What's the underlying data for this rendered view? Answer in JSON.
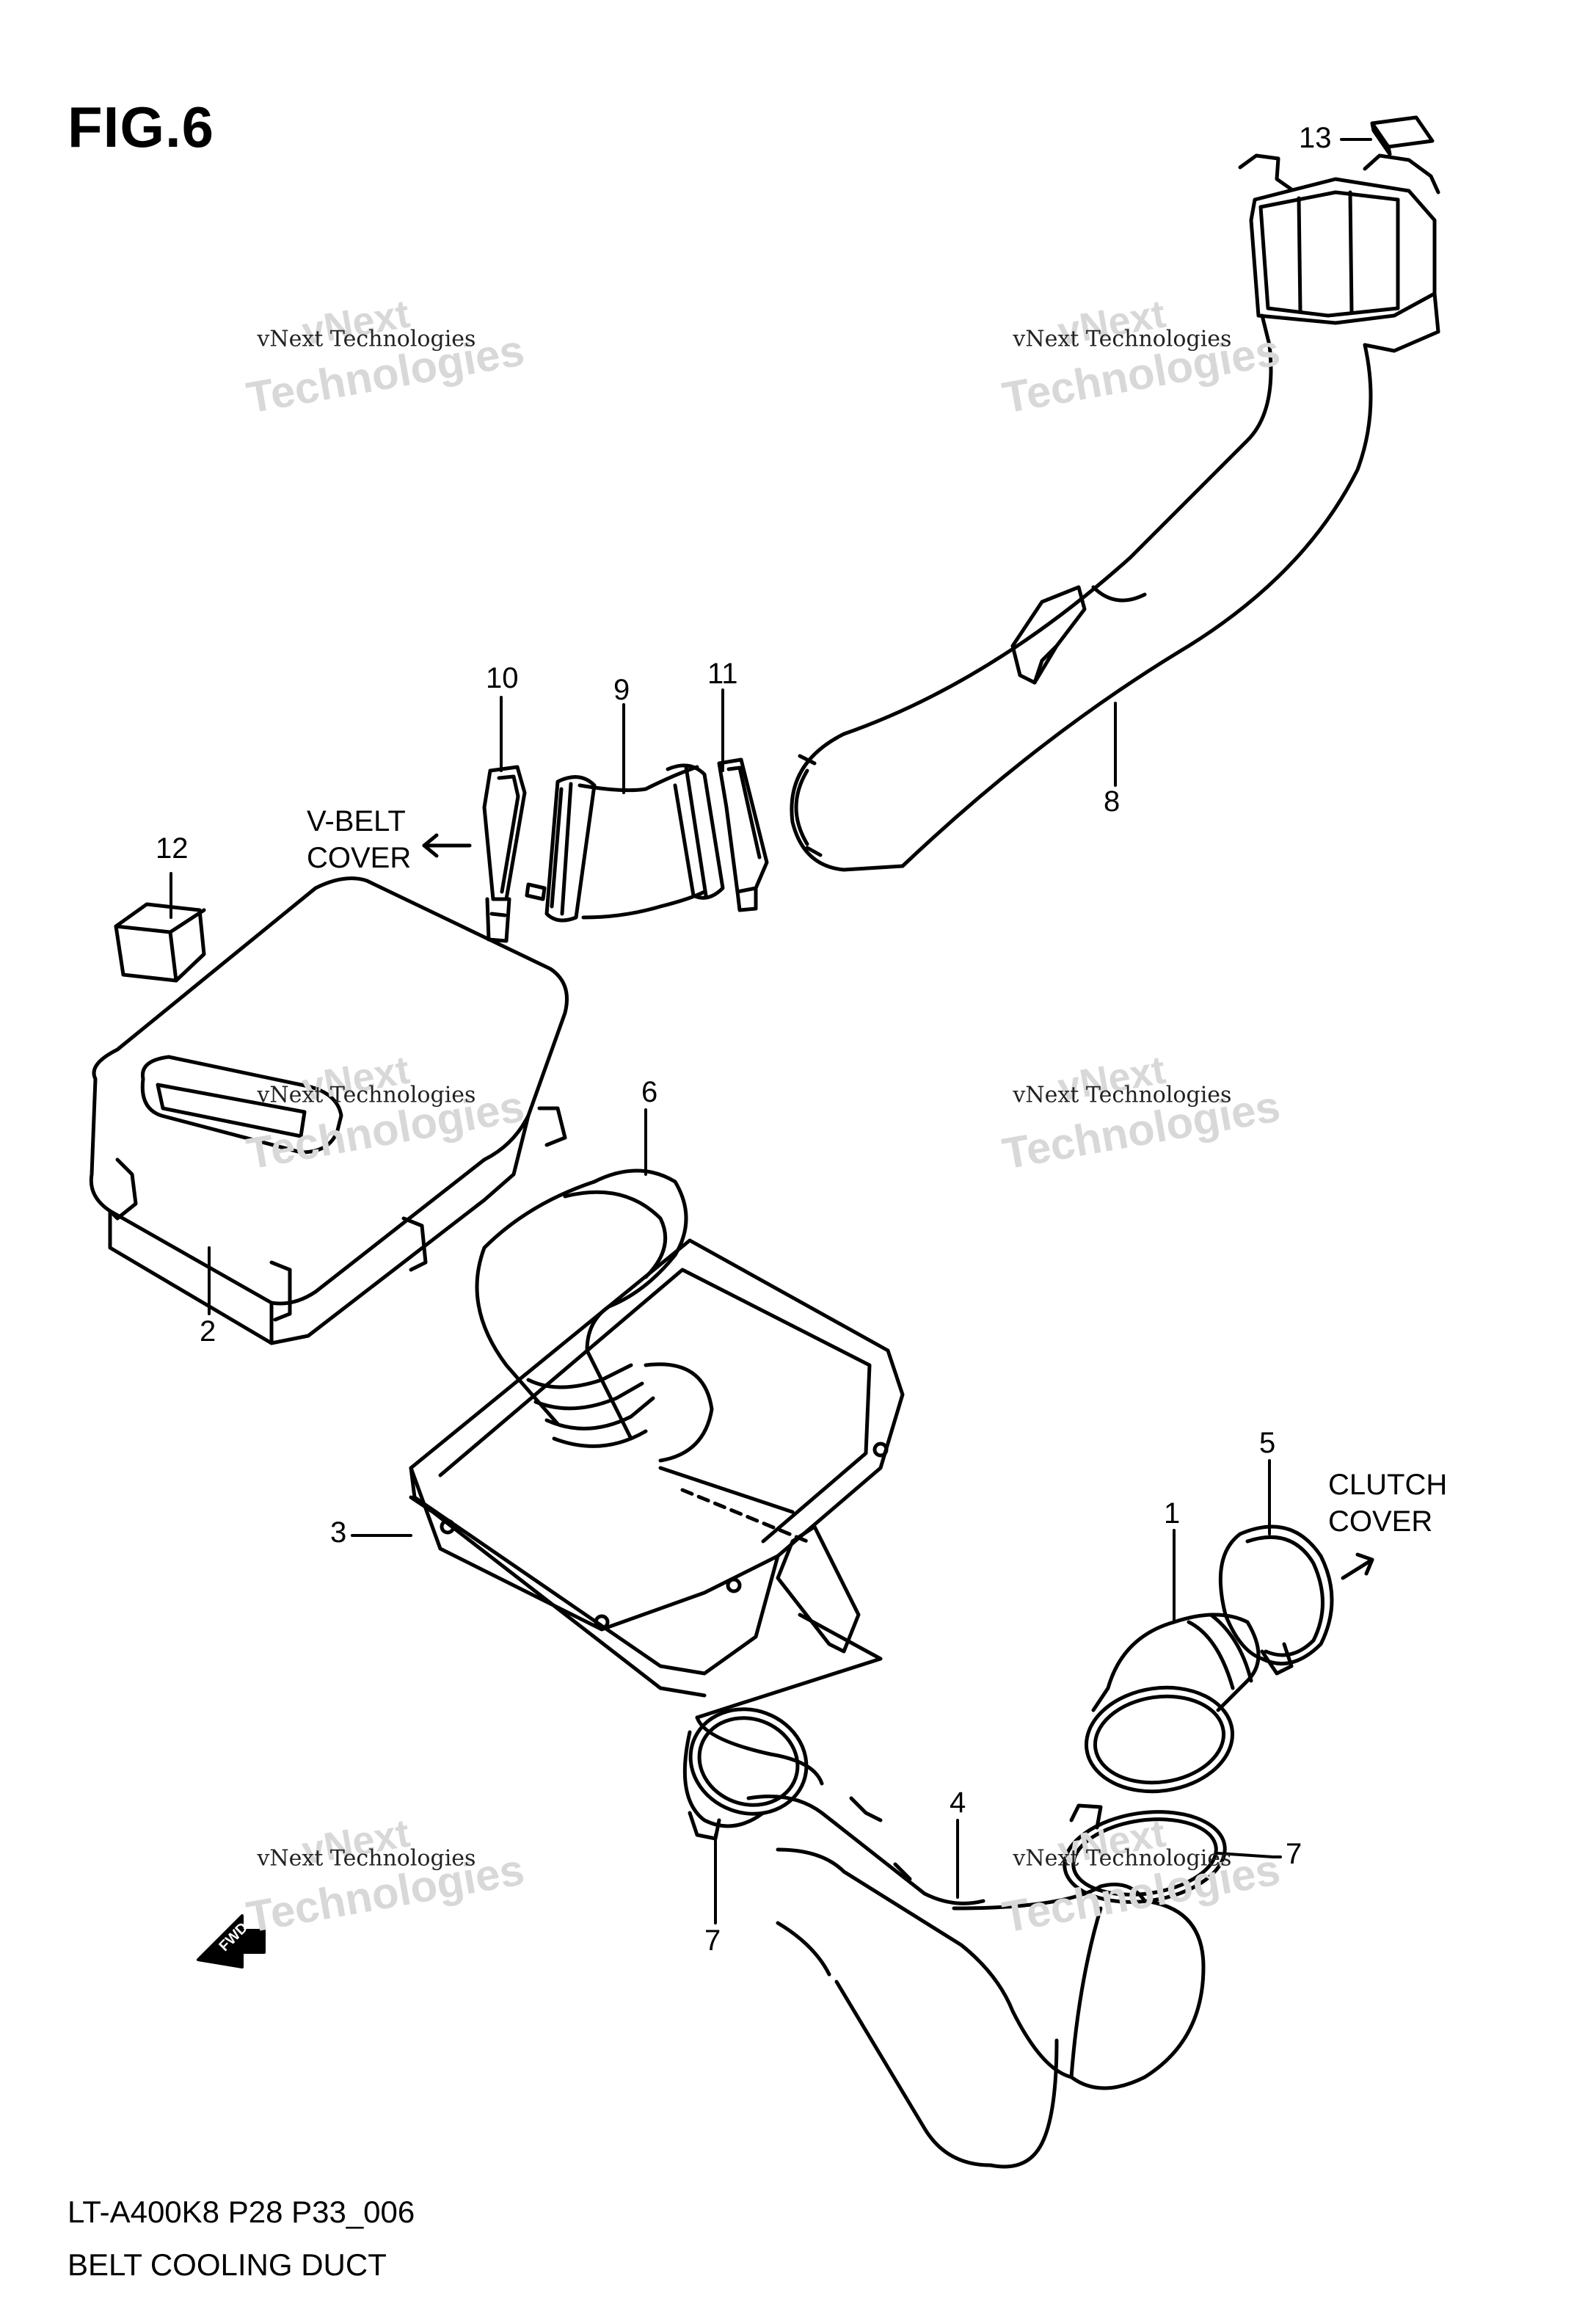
{
  "figure": {
    "title": "FIG.6",
    "model_code": "LT-A400K8 P28 P33_006",
    "caption": "BELT COOLING DUCT"
  },
  "callouts": {
    "p1": "1",
    "p2": "2",
    "p3": "3",
    "p4": "4",
    "p5": "5",
    "p6": "6",
    "p7a": "7",
    "p7b": "7",
    "p8": "8",
    "p9": "9",
    "p10": "10",
    "p11": "11",
    "p12": "12",
    "p13": "13"
  },
  "notes": {
    "vbelt_line1": "V-BELT",
    "vbelt_line2": "COVER",
    "clutch_line1": "CLUTCH",
    "clutch_line2": "COVER",
    "fwd": "FWD"
  },
  "watermark": {
    "line1": "vNext",
    "line2": "Technologies",
    "small": "vNext Technologies"
  }
}
